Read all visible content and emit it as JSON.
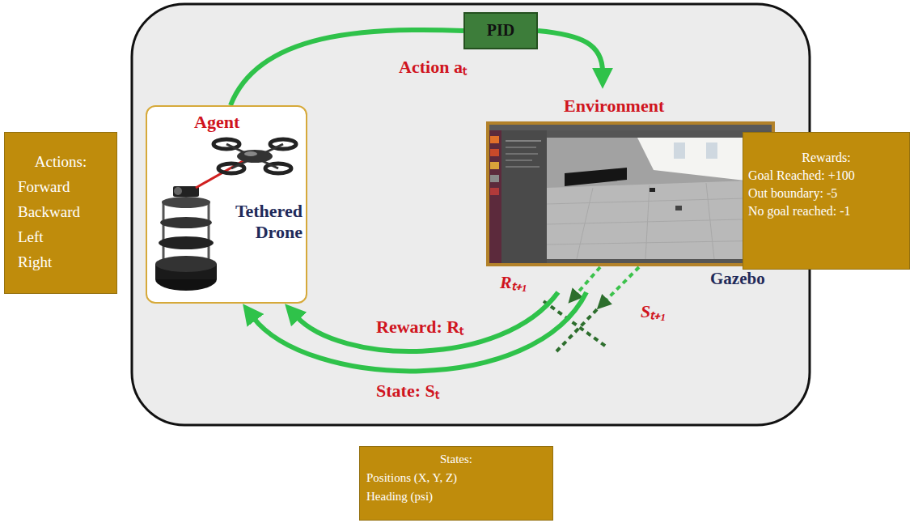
{
  "diagram": {
    "nodes": [
      {
        "text": [
          "Actions:",
          "Forward",
          "Backward",
          "Left",
          "Right"
        ]
      },
      {
        "text": [
          "Agent",
          "Tethered Drone"
        ]
      },
      {
        "text": [
          "PID"
        ]
      },
      {
        "text": [
          "Environment",
          "Gazebo"
        ]
      },
      {
        "text": [
          "Rewards:",
          "Goal Reached: +100",
          "Out boundary: -5",
          "No goal reached: -1"
        ]
      },
      {
        "text": [
          "States:",
          "Positions (X, Y, Z)",
          "Heading (psi)"
        ]
      }
    ],
    "edges": [
      {
        "from": 1,
        "to": 2,
        "arrow": "none",
        "label": "Action aₜ"
      },
      {
        "from": 2,
        "to": 3,
        "arrow": "to"
      },
      {
        "from": 3,
        "to": 1,
        "arrow": "to",
        "label": "Reward: Rₜ"
      },
      {
        "from": 3,
        "to": 1,
        "arrow": "to",
        "label": "State: Sₜ"
      }
    ],
    "labels": [
      "Rₜ₊₁",
      "Sₜ₊₁"
    ]
  }
}
